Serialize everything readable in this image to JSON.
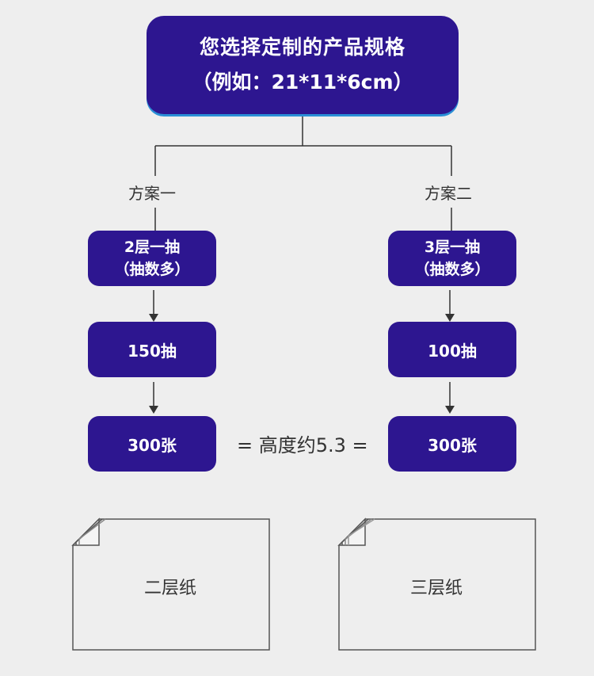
{
  "header": {
    "line1": "您选择定制的产品规格",
    "line2": "（例如：21*11*6cm）"
  },
  "plan_a": {
    "label": "方案一",
    "layer_line1": "2层一抽",
    "layer_line2": "（抽数多）",
    "draws": "150抽",
    "sheets": "300张"
  },
  "plan_b": {
    "label": "方案二",
    "layer_line1": "3层一抽",
    "layer_line2": "（抽数多）",
    "draws": "100抽",
    "sheets": "300张"
  },
  "height_note": "= 高度约5.3 =",
  "papers": {
    "two_ply": "二层纸",
    "three_ply": "三层纸"
  },
  "colors": {
    "node_fill": "#2d1690",
    "accent_underline": "#2a8fd6",
    "background": "#eeeeee",
    "line": "#333333"
  }
}
